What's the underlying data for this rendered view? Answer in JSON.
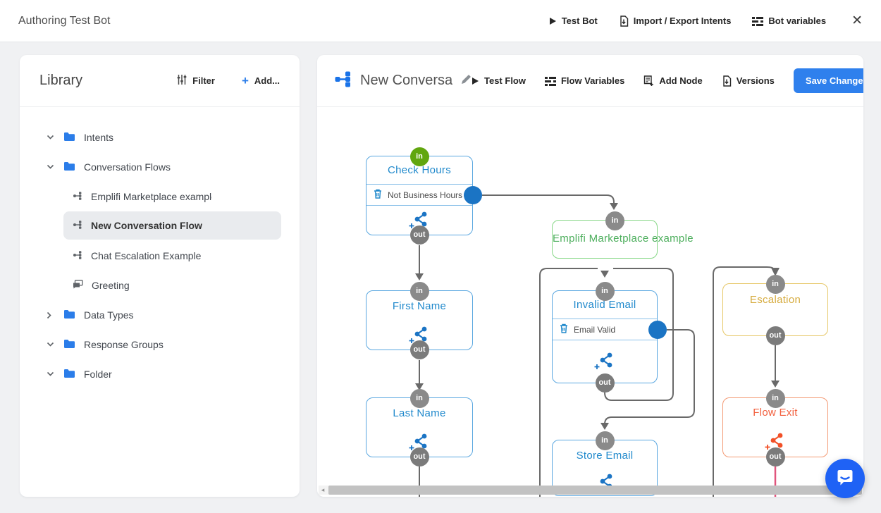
{
  "topbar": {
    "title": "Authoring Test Bot",
    "test_bot": "Test Bot",
    "import_export": "Import / Export Intents",
    "bot_variables": "Bot variables"
  },
  "icons": {
    "close": "✕",
    "plus": "+",
    "scroll_left": "◂"
  },
  "library": {
    "title": "Library",
    "filter": "Filter",
    "add": "Add...",
    "items": [
      {
        "label": "Intents",
        "type": "folder",
        "chevron": "down"
      },
      {
        "label": "Conversation Flows",
        "type": "folder",
        "chevron": "down"
      },
      {
        "label": "Emplifi Marketplace example",
        "type": "flow"
      },
      {
        "label": "New Conversation Flow",
        "type": "flow",
        "selected": true
      },
      {
        "label": "Chat Escalation Example",
        "type": "flow"
      },
      {
        "label": "Greeting",
        "type": "response"
      },
      {
        "label": "Data Types",
        "type": "folder",
        "chevron": "right"
      },
      {
        "label": "Response Groups",
        "type": "folder",
        "chevron": "down"
      },
      {
        "label": "Folder",
        "type": "folder",
        "chevron": "down"
      }
    ]
  },
  "flow": {
    "title": "New Conversation Flow",
    "test_flow": "Test Flow",
    "flow_variables": "Flow Variables",
    "add_node": "Add Node",
    "versions": "Versions",
    "save": "Save Changes"
  },
  "canvas": {
    "in_label": "in",
    "out_label": "out",
    "nodes": {
      "check_hours": {
        "title": "Check Hours",
        "condition": "Not Business Hours",
        "color": "blue"
      },
      "emplifi": {
        "title": "Emplifi Marketplace example",
        "color": "green"
      },
      "first_name": {
        "title": "First Name",
        "color": "blue"
      },
      "invalid_email": {
        "title": "Invalid Email",
        "condition": "Email Valid",
        "color": "blue"
      },
      "last_name": {
        "title": "Last Name",
        "color": "blue"
      },
      "store_email": {
        "title": "Store Email",
        "color": "blue"
      },
      "escalation": {
        "title": "Escalation",
        "color": "gold"
      },
      "flow_exit": {
        "title": "Flow Exit",
        "color": "orange"
      }
    }
  },
  "colors": {
    "accent_blue": "#2f80ed",
    "node_blue": "#2089cc",
    "node_green": "#4cae5c",
    "node_gold": "#d6ab3e",
    "node_orange": "#f25f3d",
    "badge_green": "#61a60e",
    "badge_gray": "#8a8a8a",
    "port_blue": "#1b74c4",
    "connector_gray": "#696969",
    "connector_pink": "#e0557d",
    "folder_blue": "#2b7de9"
  }
}
